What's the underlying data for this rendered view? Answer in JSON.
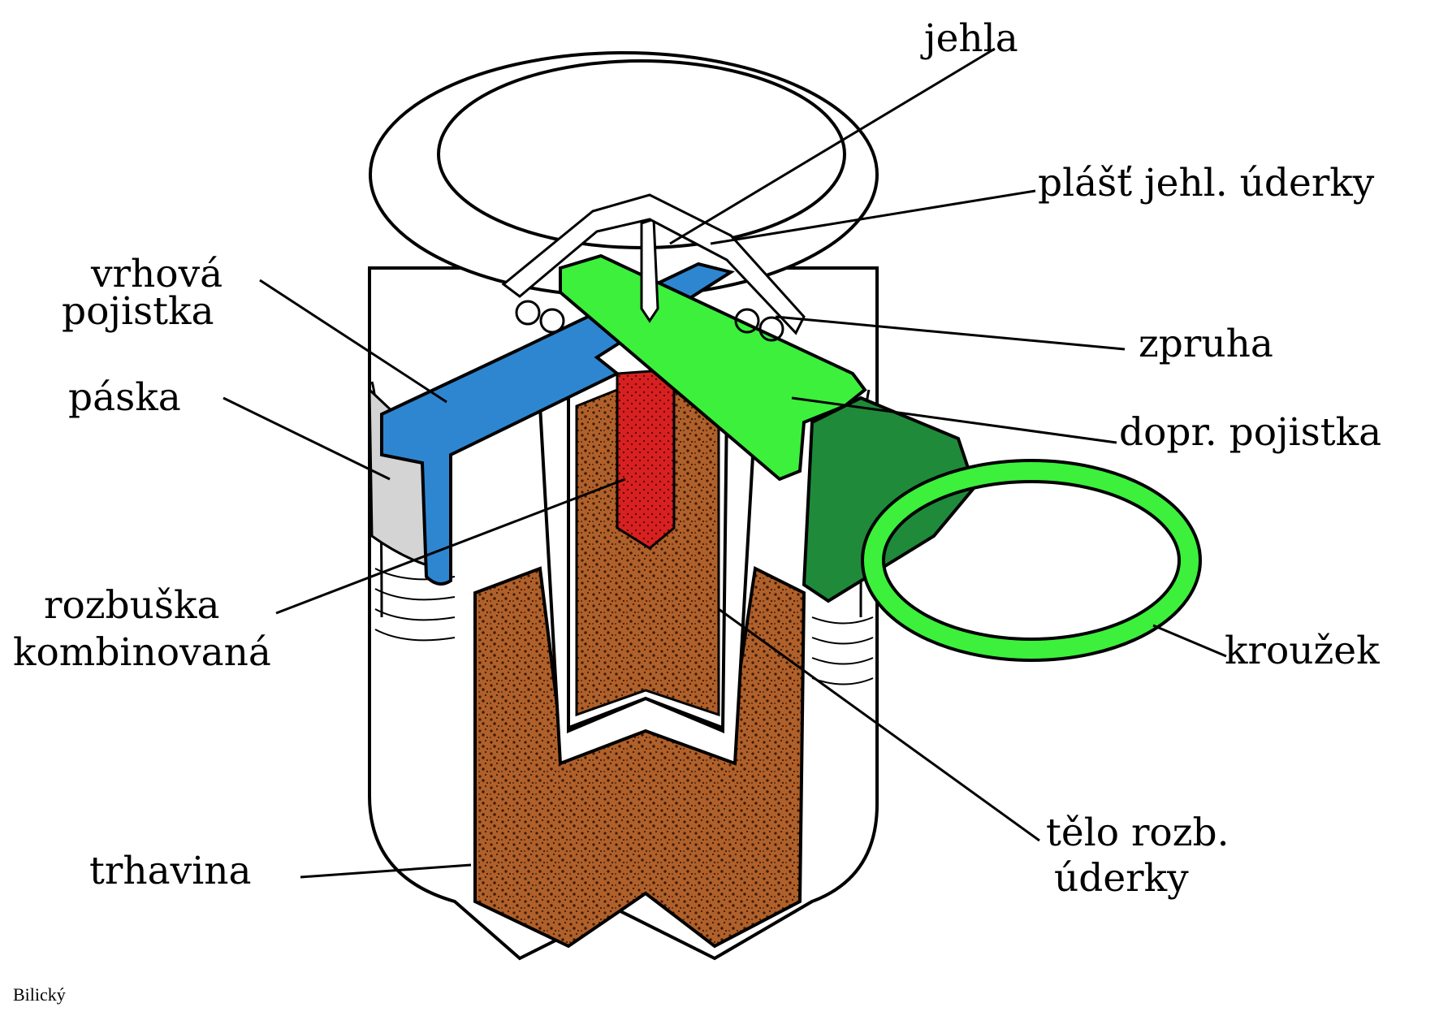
{
  "labels": {
    "jehla": "jehla",
    "plast_jehl_uderky": "plášť jehl. úderky",
    "vrhova_pojistka_1": "vrhová",
    "vrhova_pojistka_2": "pojistka",
    "zpruha": "zpruha",
    "paska": "páska",
    "dopr_pojistka": "dopr. pojistka",
    "rozbuska_1": "rozbuška",
    "rozbuska_2": "kombinovaná",
    "krouzek": "kroužek",
    "telo_1": "tělo rozb.",
    "telo_2": "úderky",
    "trhavina": "trhavina"
  },
  "credit": "Bilický",
  "colors": {
    "explosive": "#b0602a",
    "detonator": "#d92020",
    "throw_safety": "#2f86d0",
    "transport_safety": "#3cf03c",
    "transport_safety_dark": "#1f8a3a",
    "band": "#d4d4d4",
    "outline": "#000000"
  }
}
